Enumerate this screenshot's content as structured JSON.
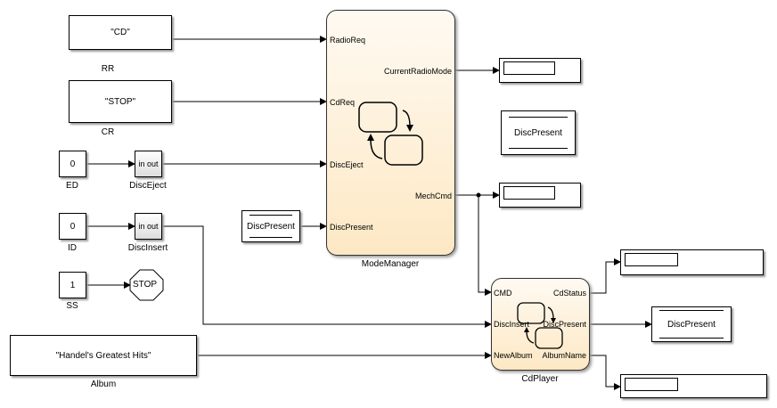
{
  "constants": [
    {
      "name": "RR",
      "value": "\"CD\""
    },
    {
      "name": "CR",
      "value": "\"STOP\""
    },
    {
      "name": "ED",
      "value": "0"
    },
    {
      "name": "ID",
      "value": "0"
    },
    {
      "name": "SS",
      "value": "1"
    },
    {
      "name": "Album",
      "value": "\"Handel's Greatest Hits\""
    }
  ],
  "subsystems": [
    {
      "name": "DiscEject",
      "in": "in",
      "out": "out"
    },
    {
      "name": "DiscInsert",
      "in": "in",
      "out": "out"
    }
  ],
  "stop": {
    "label": "STOP"
  },
  "from_block": {
    "tag": "DiscPresent"
  },
  "mode_manager": {
    "name": "ModeManager",
    "inputs": [
      "RadioReq",
      "CdReq",
      "DiscEject",
      "DiscPresent"
    ],
    "outputs": [
      "CurrentRadioMode",
      "MechCmd"
    ]
  },
  "goto_block": {
    "tag": "DiscPresent"
  },
  "cd_player": {
    "name": "CdPlayer",
    "inputs": [
      "CMD",
      "DiscInsert",
      "NewAlbum"
    ],
    "outputs": [
      "CdStatus",
      "DiscPresent",
      "AlbumName"
    ]
  },
  "goto_block2": {
    "tag": "DiscPresent"
  },
  "colors": {
    "chart_top": "#fffaf2",
    "chart_bottom": "#fde8c4"
  }
}
